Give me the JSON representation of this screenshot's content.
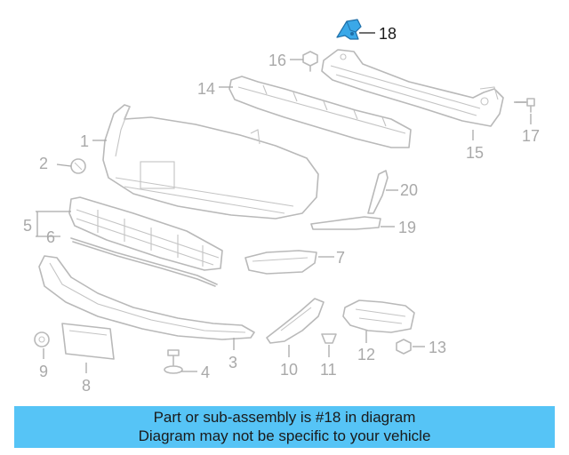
{
  "diagram": {
    "callouts": [
      {
        "id": "1",
        "label": "1",
        "highlighted": false
      },
      {
        "id": "2",
        "label": "2",
        "highlighted": false
      },
      {
        "id": "3",
        "label": "3",
        "highlighted": false
      },
      {
        "id": "4",
        "label": "4",
        "highlighted": false
      },
      {
        "id": "5",
        "label": "5",
        "highlighted": false
      },
      {
        "id": "6",
        "label": "6",
        "highlighted": false
      },
      {
        "id": "7",
        "label": "7",
        "highlighted": false
      },
      {
        "id": "8",
        "label": "8",
        "highlighted": false
      },
      {
        "id": "9",
        "label": "9",
        "highlighted": false
      },
      {
        "id": "10",
        "label": "10",
        "highlighted": false
      },
      {
        "id": "11",
        "label": "11",
        "highlighted": false
      },
      {
        "id": "12",
        "label": "12",
        "highlighted": false
      },
      {
        "id": "13",
        "label": "13",
        "highlighted": false
      },
      {
        "id": "14",
        "label": "14",
        "highlighted": false
      },
      {
        "id": "15",
        "label": "15",
        "highlighted": false
      },
      {
        "id": "16",
        "label": "16",
        "highlighted": false
      },
      {
        "id": "17",
        "label": "17",
        "highlighted": false
      },
      {
        "id": "18",
        "label": "18",
        "highlighted": true
      },
      {
        "id": "19",
        "label": "19",
        "highlighted": false
      },
      {
        "id": "20",
        "label": "20",
        "highlighted": false
      }
    ],
    "colors": {
      "highlight_part": "#3aa8e8",
      "highlight_label": "#1a1a1a",
      "line_art": "#b9b9b9",
      "label": "#a9a9a9"
    }
  },
  "banner": {
    "line1": "Part or sub-assembly is #18 in diagram",
    "line2": "Diagram may not be specific to your vehicle",
    "background": "#56c4f6"
  }
}
